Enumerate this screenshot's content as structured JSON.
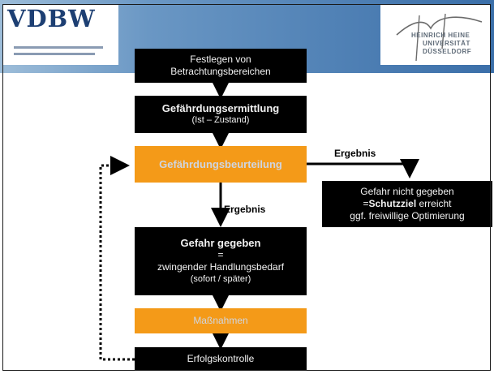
{
  "header": {
    "left_logo_text": "VDBW",
    "right_logo_line1": "HEINRICH HEINE",
    "right_logo_line2": "UNIVERSITÄT",
    "right_logo_line3": "DÜSSELDORF"
  },
  "flow": {
    "step1_line1": "Festlegen von",
    "step1_line2": "Betrachtungsbereichen",
    "step2_title": "Gefährdungsermittlung",
    "step2_sub": "(Ist – Zustand)",
    "step3": "Gefährdungsbeurteilung",
    "result_label_right": "Ergebnis",
    "result_label_down": "Ergebnis",
    "side_line1": "Gefahr nicht gegeben",
    "side_line2_prefix": "=",
    "side_line2_bold": "Schutzziel",
    "side_line2_suffix": " erreicht",
    "side_line3": "ggf. freiwillige Optimierung",
    "step4_title": "Gefahr gegeben",
    "step4_eq": "=",
    "step4_line2": "zwingender Handlungsbedarf",
    "step4_line3": "(sofort / später)",
    "step5": "Maßnahmen",
    "step6": "Erfolgskontrolle"
  },
  "colors": {
    "box_dark": "#000000",
    "box_accent": "#f49a18",
    "header_blue": "#3b6fa9"
  }
}
